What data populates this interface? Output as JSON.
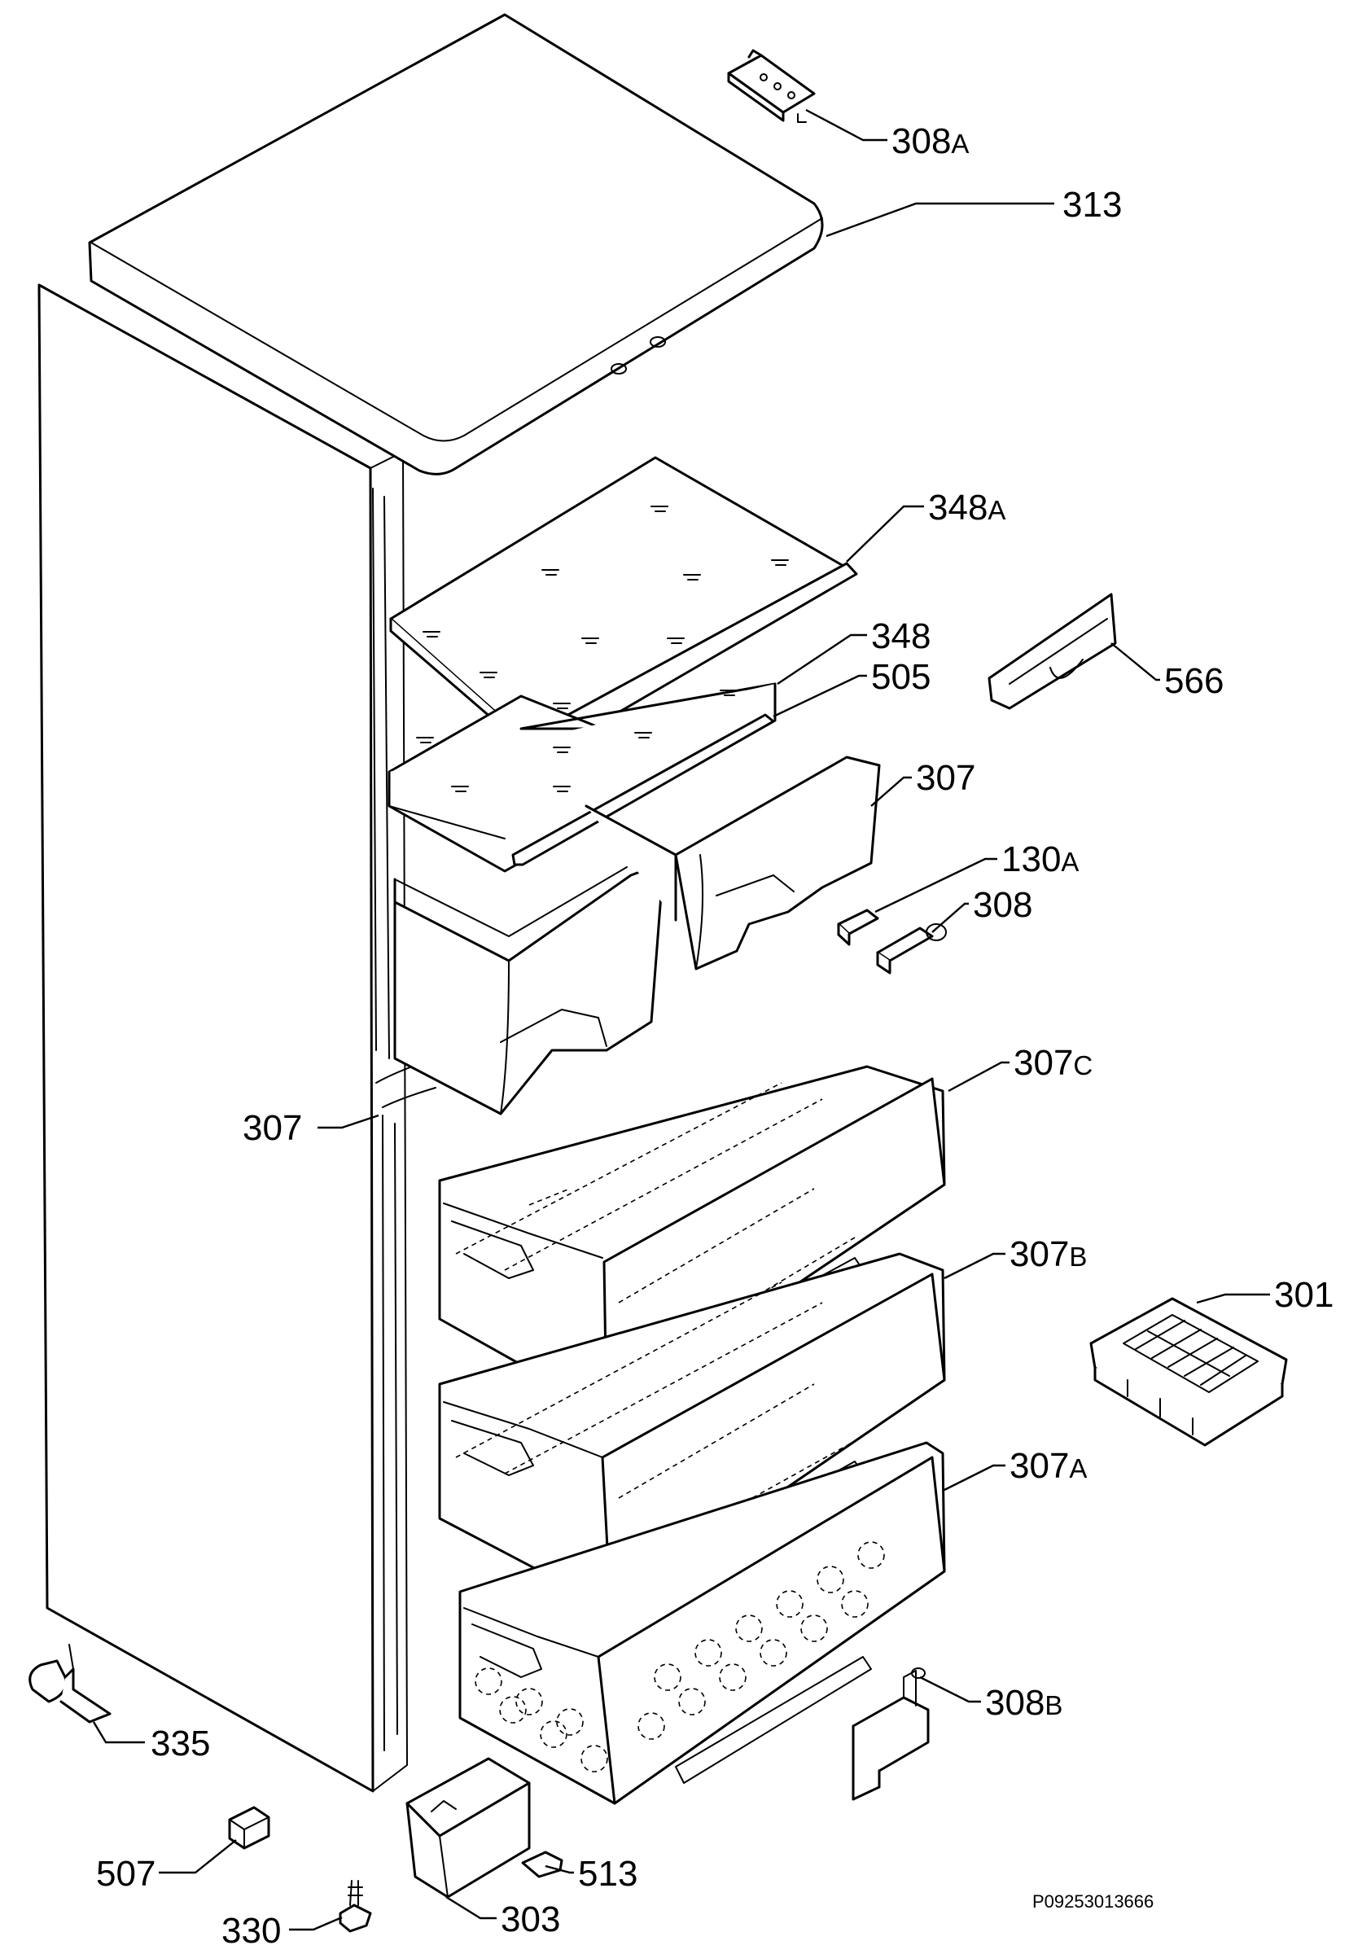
{
  "diagram": {
    "drawing_code": "P09253013666",
    "labels": [
      {
        "id": "308A",
        "num": "308",
        "suffix": "A"
      },
      {
        "id": "313",
        "num": "313",
        "suffix": ""
      },
      {
        "id": "348A",
        "num": "348",
        "suffix": "A"
      },
      {
        "id": "348",
        "num": "348",
        "suffix": ""
      },
      {
        "id": "505",
        "num": "505",
        "suffix": ""
      },
      {
        "id": "566",
        "num": "566",
        "suffix": ""
      },
      {
        "id": "307-top",
        "num": "307",
        "suffix": ""
      },
      {
        "id": "130A",
        "num": "130",
        "suffix": "A"
      },
      {
        "id": "308",
        "num": "308",
        "suffix": ""
      },
      {
        "id": "307C",
        "num": "307",
        "suffix": "C"
      },
      {
        "id": "307-left",
        "num": "307",
        "suffix": ""
      },
      {
        "id": "307B",
        "num": "307",
        "suffix": "B"
      },
      {
        "id": "301",
        "num": "301",
        "suffix": ""
      },
      {
        "id": "307A",
        "num": "307",
        "suffix": "A"
      },
      {
        "id": "308B",
        "num": "308",
        "suffix": "B"
      },
      {
        "id": "335",
        "num": "335",
        "suffix": ""
      },
      {
        "id": "507",
        "num": "507",
        "suffix": ""
      },
      {
        "id": "513",
        "num": "513",
        "suffix": ""
      },
      {
        "id": "330",
        "num": "330",
        "suffix": ""
      },
      {
        "id": "303",
        "num": "303",
        "suffix": ""
      }
    ]
  }
}
